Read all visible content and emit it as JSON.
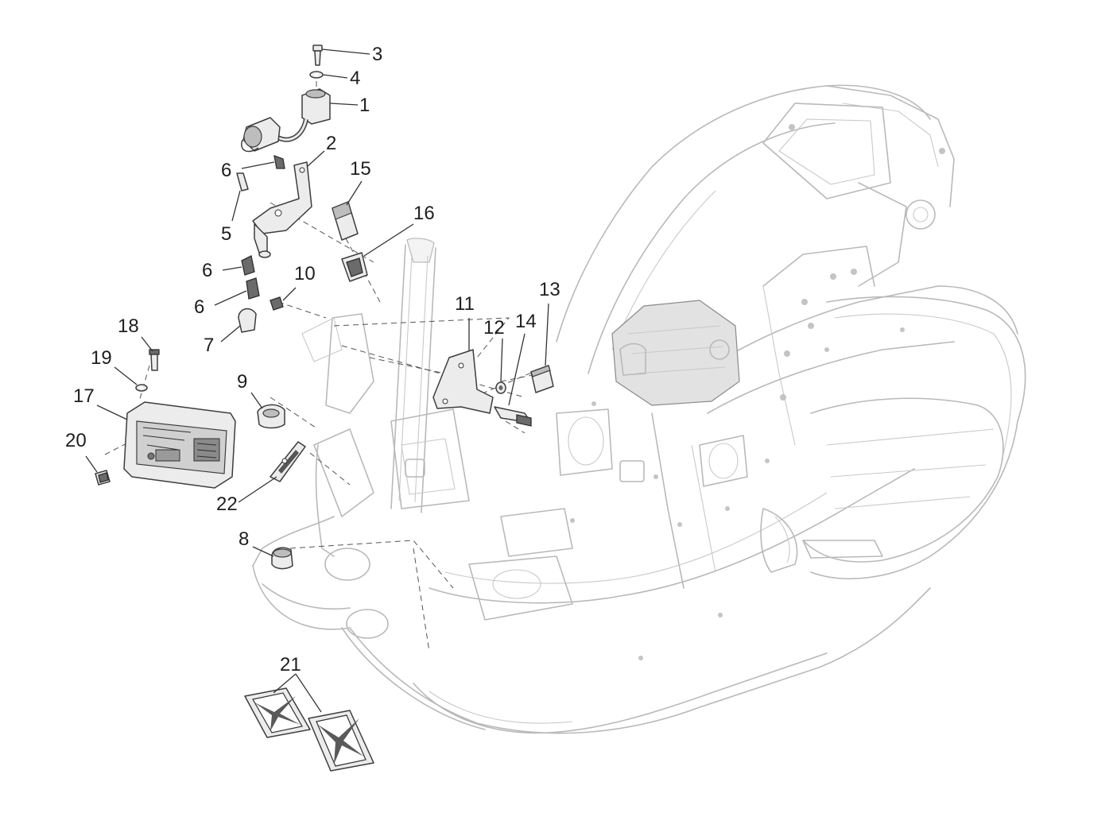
{
  "callouts": {
    "c1": "1",
    "c2": "2",
    "c3": "3",
    "c4": "4",
    "c5": "5",
    "c6a": "6",
    "c6b": "6",
    "c6c": "6",
    "c7": "7",
    "c8": "8",
    "c9": "9",
    "c10": "10",
    "c11": "11",
    "c12": "12",
    "c13": "13",
    "c14": "14",
    "c15": "15",
    "c16": "16",
    "c17": "17",
    "c18": "18",
    "c19": "19",
    "c20": "20",
    "c21": "21",
    "c22": "22"
  }
}
